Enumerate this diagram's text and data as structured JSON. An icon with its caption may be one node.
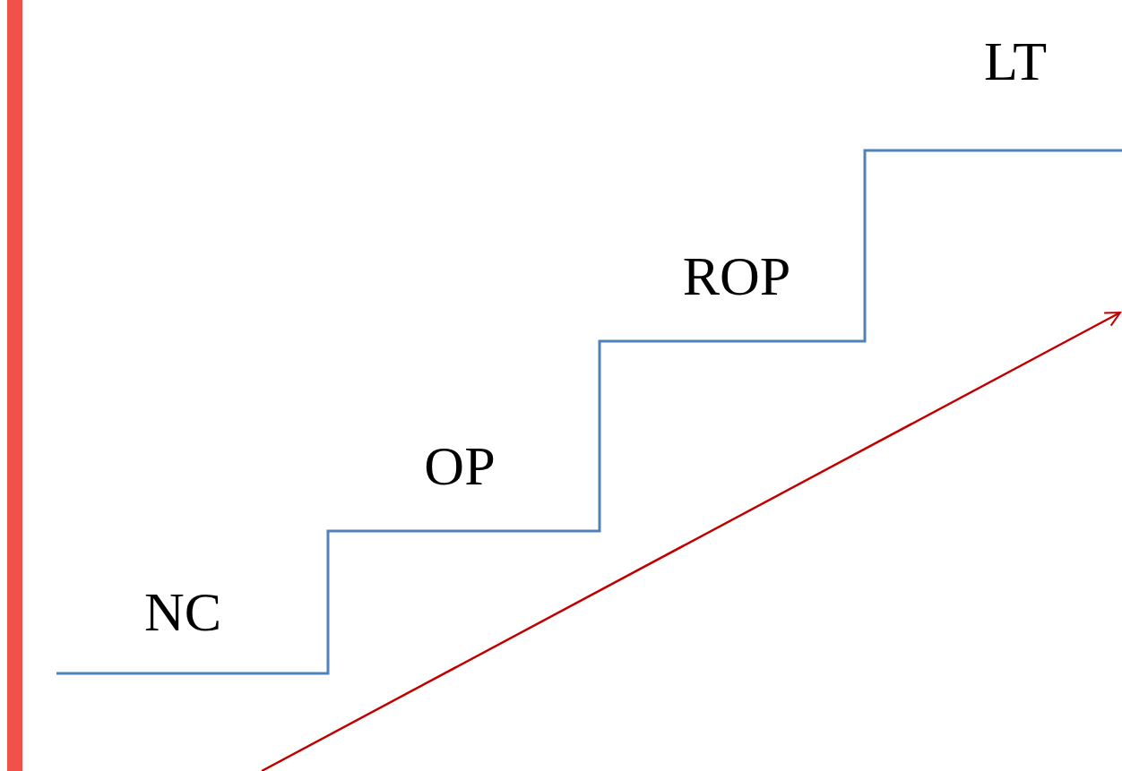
{
  "diagram": {
    "nodes": [
      {
        "text": [],
        "shape": "bar"
      }
    ],
    "labels": [
      "NC",
      "OP",
      "ROP",
      "LT"
    ]
  }
}
